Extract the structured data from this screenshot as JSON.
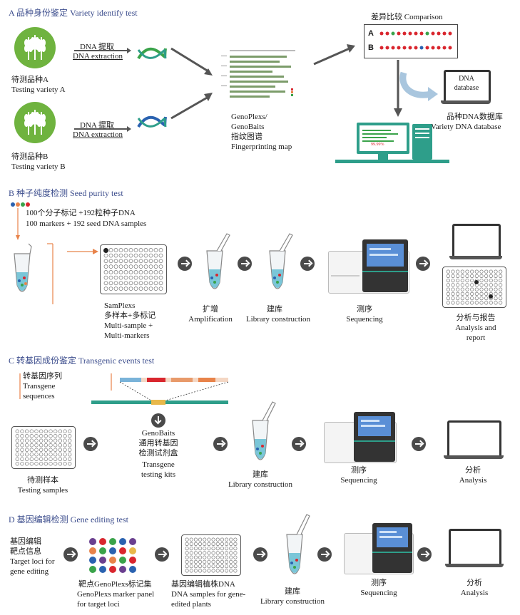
{
  "section_a": {
    "title": "A 品种身份鉴定 Variety identify test",
    "variety_a_cn": "待测品种A",
    "variety_a_en": "Testing variety A",
    "variety_b_cn": "待测品种B",
    "variety_b_en": "Testing variety B",
    "dna_extract_cn": "DNA 提取",
    "dna_extract_en": "DNA extraction",
    "fingerprint_1": "GenoPlexs/",
    "fingerprint_2": "GenoBaits",
    "fingerprint_3": "指纹图谱",
    "fingerprint_4": "Fingerprinting map",
    "comparison": "差异比较 Comparison",
    "row_a": "A",
    "row_b": "B",
    "database_1": "DNA",
    "database_2": "database",
    "db_cn": "品种DNA数据库",
    "db_en": "Variety DNA database",
    "match_text": "99.99%"
  },
  "section_b": {
    "title": "B 种子纯度检测 Seed purity test",
    "markers_cn": "100个分子标记 +192粒种子DNA",
    "markers_en": "100 markers + 192 seed DNA samples",
    "samplexs_1": "SamPlexs",
    "samplexs_2": "多样本+多标记",
    "samplexs_3": "Multi-sample +",
    "samplexs_4": "Multi-markers",
    "amp_cn": "扩增",
    "amp_en": "Amplification",
    "lib_cn": "建库",
    "lib_en": "Library construction",
    "seq_cn": "测序",
    "seq_en": "Sequencing",
    "report_1": "分析与报告",
    "report_2": "Analysis and",
    "report_3": "report"
  },
  "section_c": {
    "title": "C 转基因成份鉴定 Transgenic events test",
    "transgene_1": "转基因序列",
    "transgene_2": "Transgene",
    "transgene_3": "sequences",
    "samples_cn": "待测样本",
    "samples_en": "Testing samples",
    "kit_1": "GenoBaits",
    "kit_2": "通用转基因",
    "kit_3": "检测试剂盒",
    "kit_4": "Transgene",
    "kit_5": "testing kits",
    "lib_cn": "建库",
    "lib_en": "Library construction",
    "seq_cn": "测序",
    "seq_en": "Sequencing",
    "ana_cn": "分析",
    "ana_en": "Analysis"
  },
  "section_d": {
    "title": "D 基因编辑检测 Gene editing test",
    "loci_1": "基因编辑",
    "loci_2": "靶点信息",
    "loci_3": "Target loci for",
    "loci_4": "gene editing",
    "panel_1": "靶点GenoPlexs标记集",
    "panel_2": "GenoPlexs marker panel",
    "panel_3": "for target loci",
    "plants_1": "基因编辑植株DNA",
    "plants_2": "DNA samples for gene-",
    "plants_3": "edited plants",
    "lib_cn": "建库",
    "lib_en": "Library construction",
    "seq_cn": "测序",
    "seq_en": "Sequencing",
    "ana_cn": "分析",
    "ana_en": "Analysis"
  },
  "colors": {
    "wheat_green": "#6fb33f",
    "teal": "#2e9e8a",
    "title_blue": "#3b4c8c",
    "orange": "#e8834a",
    "dot_red": "#d9262e",
    "dot_green": "#3aa34a",
    "dot_blue": "#2a62b0"
  }
}
